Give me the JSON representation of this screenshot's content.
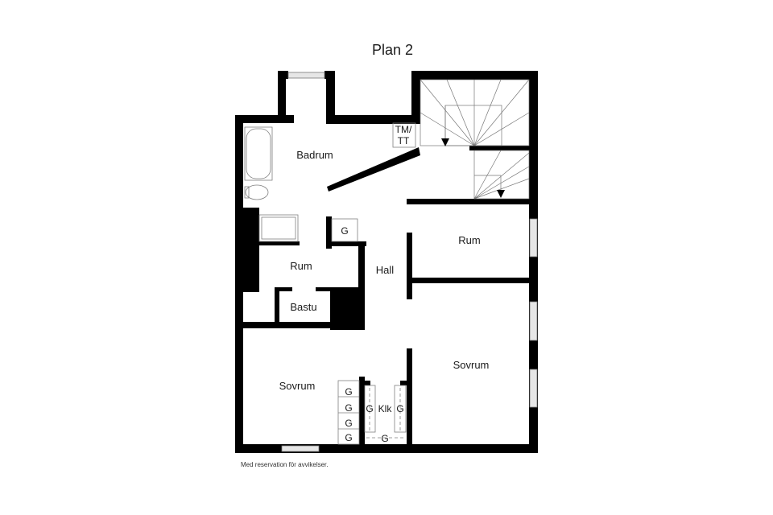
{
  "title": "Plan 2",
  "footnote": "Med reservation för avvikelser.",
  "rooms": {
    "badrum": "Badrum",
    "tm_tt_line1": "TM/",
    "tm_tt_line2": "TT",
    "rum_left": "Rum",
    "bastu": "Bastu",
    "hall": "Hall",
    "rum_right": "Rum",
    "sovrum_left": "Sovrum",
    "sovrum_right": "Sovrum",
    "klk": "Klk",
    "g": "G"
  },
  "colors": {
    "wall": "#000000",
    "fixture_stroke": "#808080",
    "window_fill": "#d9d9d9",
    "background": "#ffffff"
  }
}
